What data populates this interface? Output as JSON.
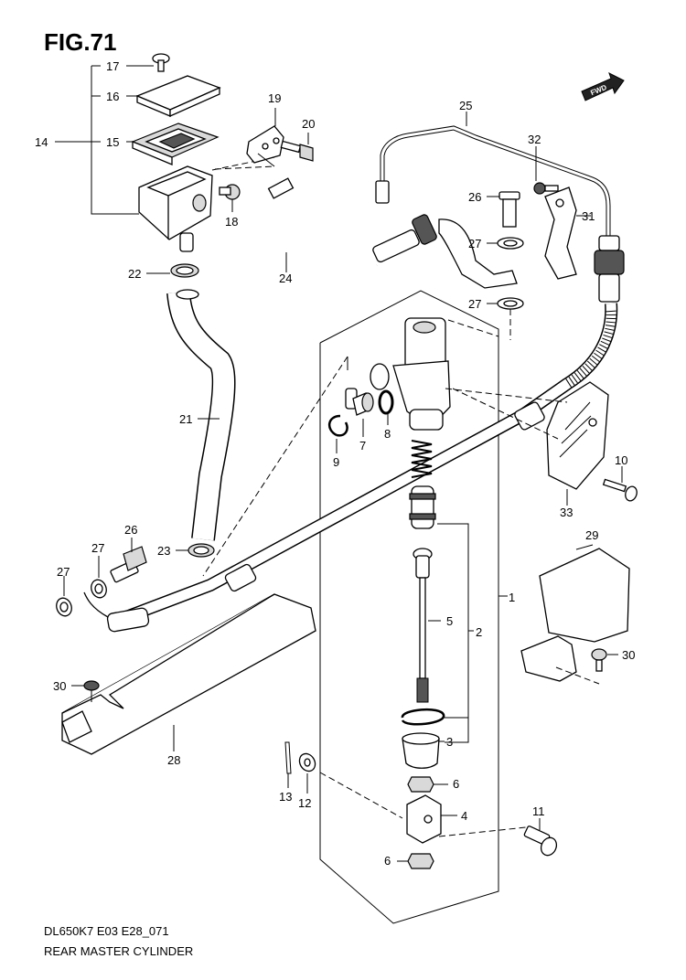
{
  "figure": {
    "title": "FIG.71",
    "fwd_label": "FWD"
  },
  "footer": {
    "model_code": "DL650K7 E03 E28_071",
    "caption": "REAR MASTER CYLINDER"
  },
  "callouts": {
    "c1": "1",
    "c2": "2",
    "c3": "3",
    "c4": "4",
    "c5": "5",
    "c6a": "6",
    "c6b": "6",
    "c7": "7",
    "c8": "8",
    "c9": "9",
    "c10": "10",
    "c11": "11",
    "c12": "12",
    "c13": "13",
    "c14": "14",
    "c15": "15",
    "c16": "16",
    "c17": "17",
    "c18": "18",
    "c19": "19",
    "c20": "20",
    "c21": "21",
    "c22": "22",
    "c23": "23",
    "c24": "24",
    "c25": "25",
    "c26a": "26",
    "c26b": "26",
    "c27a": "27",
    "c27b": "27",
    "c27c": "27",
    "c27d": "27",
    "c28": "28",
    "c29": "29",
    "c30a": "30",
    "c30b": "30",
    "c31": "31",
    "c32": "32",
    "c33": "33"
  }
}
